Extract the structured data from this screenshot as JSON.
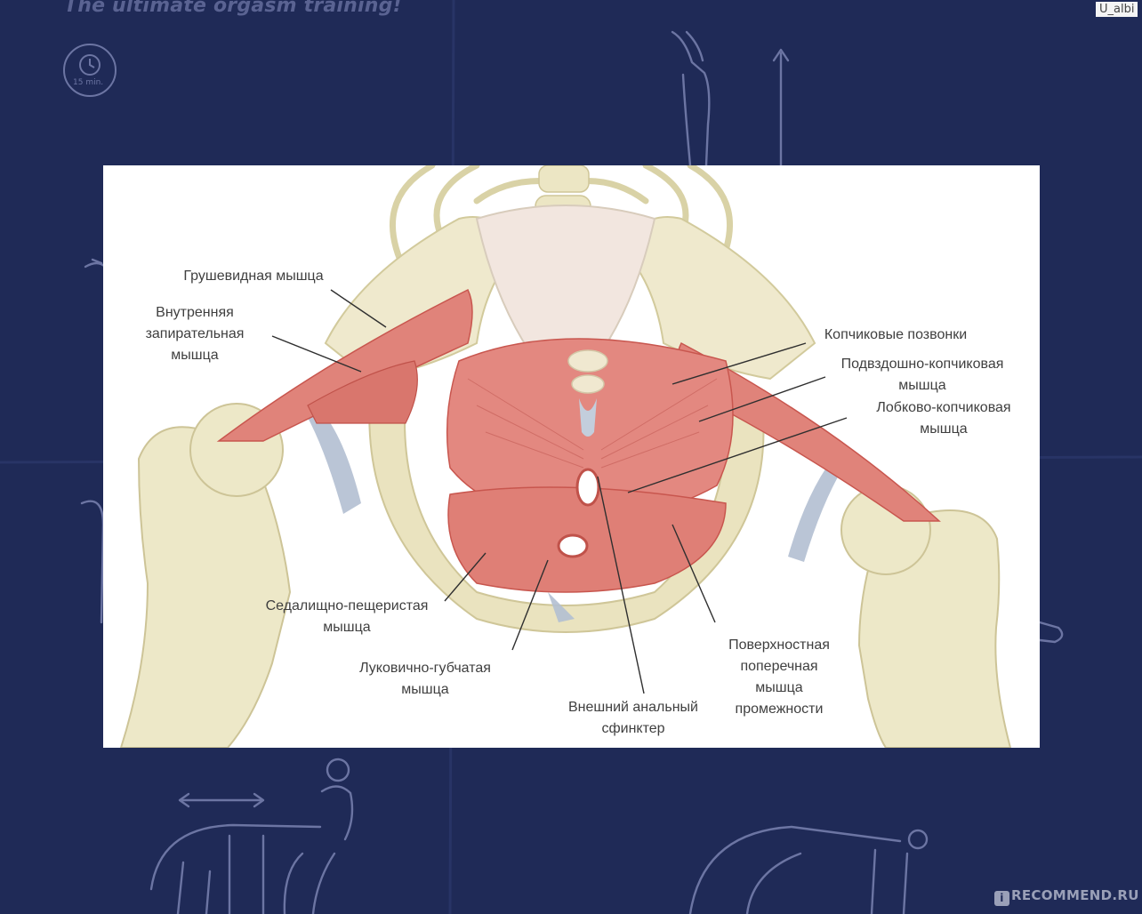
{
  "header": {
    "tagline": "The ultimate orgasm training!",
    "timer_label": "15 min.",
    "user_tag": "U_albi"
  },
  "watermark": {
    "icon_glyph": "i",
    "text": "RECOMMEND.RU"
  },
  "diagram": {
    "labels": {
      "piriformis": "Грушевидная мышца",
      "obturator_internus": [
        "Внутренняя",
        "запирательная",
        "мышца"
      ],
      "coccygeal_vertebrae": "Копчиковые позвонки",
      "iliococcygeus": [
        "Подвздошно-копчиковая",
        "мышца"
      ],
      "pubococcygeus": [
        "Лобково-копчиковая",
        "мышца"
      ],
      "ischiocavernosus": [
        "Седалищно-пещеристая",
        "мышца"
      ],
      "bulbospongiosus": [
        "Луковично-губчатая",
        "мышца"
      ],
      "external_anal_sphincter": [
        "Внешний анальный",
        "сфинктер"
      ],
      "superficial_transverse_perineal": [
        "Поверхностная",
        "поперечная",
        "мышца",
        "промежности"
      ]
    }
  },
  "colors": {
    "background": "#1f2a57",
    "line_art": "#6c75a3",
    "bone": "#ede8c8",
    "bone_shadow": "#d6ce9e",
    "muscle": "#e0837a",
    "muscle_dark": "#c8564e",
    "cartilage": "#a9b7cc",
    "label_text": "#3f3f3f"
  }
}
